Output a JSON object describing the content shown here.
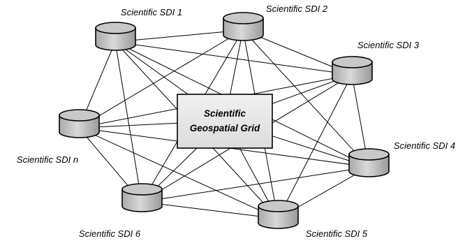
{
  "center": {
    "line1": "Scientific",
    "line2": "Geospatial Grid"
  },
  "nodes": [
    {
      "id": "sdi1",
      "label": "Scientific SDI 1"
    },
    {
      "id": "sdi2",
      "label": "Scientific SDI 2"
    },
    {
      "id": "sdi3",
      "label": "Scientific SDI 3"
    },
    {
      "id": "sdi4",
      "label": "Scientific SDI 4"
    },
    {
      "id": "sdi5",
      "label": "Scientific SDI 5"
    },
    {
      "id": "sdi6",
      "label": "Scientific SDI 6"
    },
    {
      "id": "sdin",
      "label": "Scientific SDI n"
    }
  ],
  "colors": {
    "box_fill": "#e6e6e6",
    "cylinder_fill": "#c8c8c8",
    "line": "#000000"
  }
}
